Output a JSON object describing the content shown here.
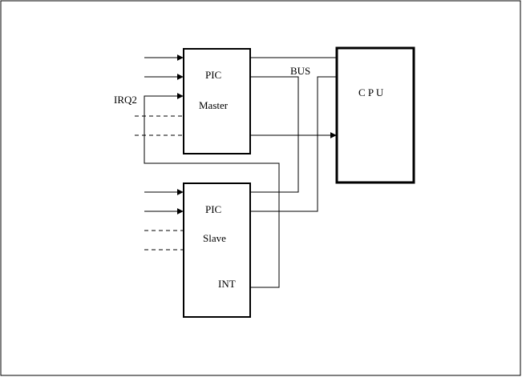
{
  "labels": {
    "master_title": "PIC",
    "master_sub": "Master",
    "slave_title": "PIC",
    "slave_sub": "Slave",
    "slave_int": "INT",
    "cpu": "C P U",
    "bus": "BUS",
    "irq2": "IRQ2"
  }
}
